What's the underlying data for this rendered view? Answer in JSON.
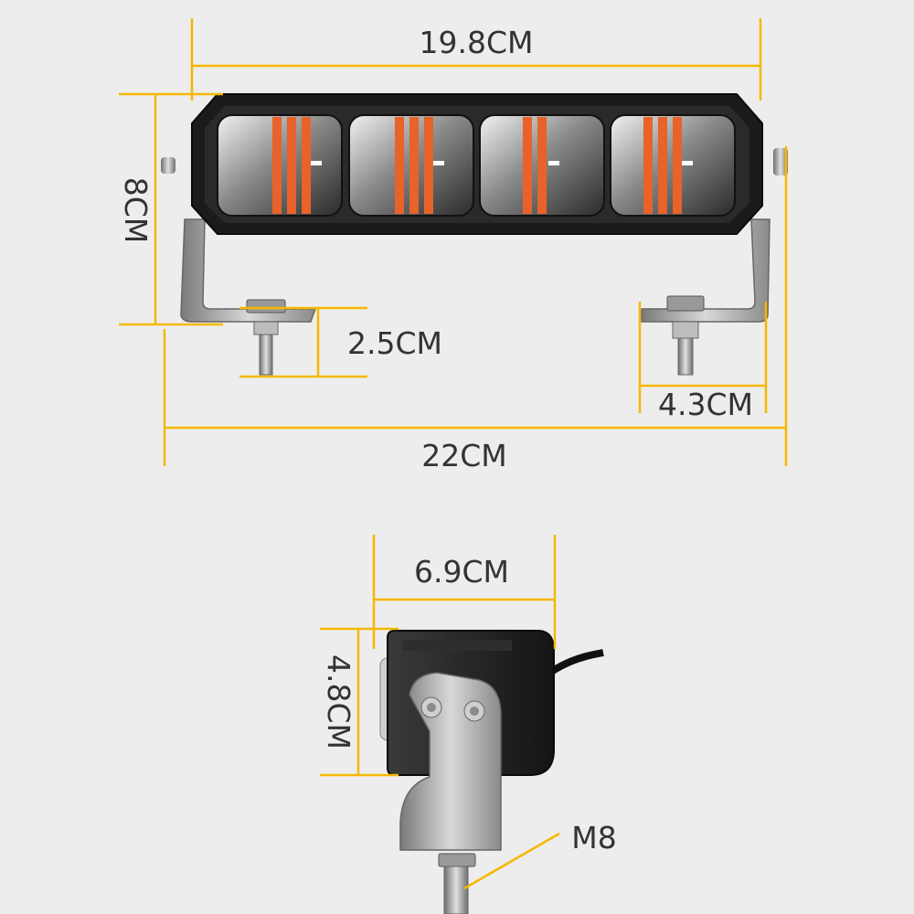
{
  "dimensions": {
    "bar_length": "19.8CM",
    "bar_height": "8CM",
    "bolt_length": "2.5CM",
    "bracket_width": "4.3CM",
    "total_length": "22CM",
    "side_depth": "6.9CM",
    "side_height": "4.8CM",
    "bolt_size": "M8"
  },
  "colors": {
    "dimension_line": "#f5b800",
    "background": "#ededed",
    "housing": "#1b1b1b",
    "accent_stripes": "#e8622a",
    "bracket": "#a8a8a8",
    "label_text": "#333333"
  }
}
